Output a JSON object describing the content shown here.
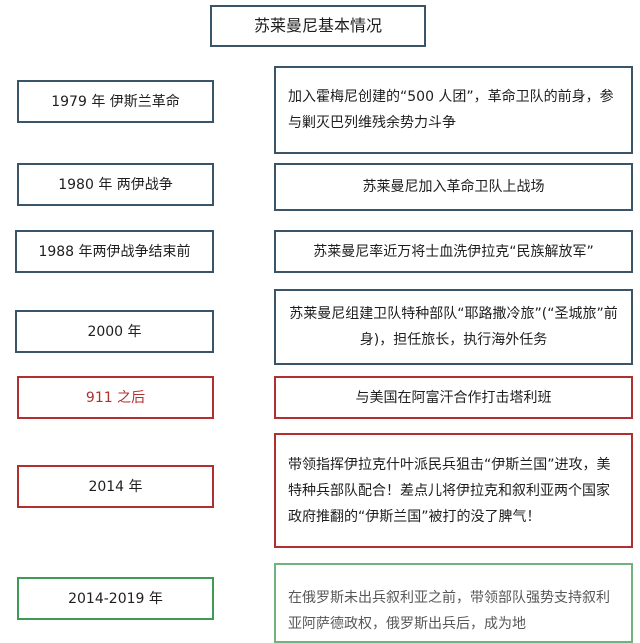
{
  "title": "苏莱曼尼基本情况",
  "colors": {
    "default_border": "#3b5568",
    "highlight_red": "#b03030",
    "highlight_green": "#3f9a55"
  },
  "rows": [
    {
      "period": "1979 年  伊斯兰革命",
      "description": "加入霍梅尼创建的“500 人团”，革命卫队的前身，参与剿灭巴列维残余势力斗争",
      "border": "default"
    },
    {
      "period": "1980 年  两伊战争",
      "description": "苏莱曼尼加入革命卫队上战场",
      "border": "default"
    },
    {
      "period": "1988 年两伊战争结束前",
      "description": "苏莱曼尼率近万将士血洗伊拉克“民族解放军”",
      "border": "default"
    },
    {
      "period": "2000 年",
      "description": "苏莱曼尼组建卫队特种部队“耶路撒冷旅”(“圣城旅”前身)，担任旅长，执行海外任务",
      "border": "default"
    },
    {
      "period": "911 之后",
      "description": "与美国在阿富汗合作打击塔利班",
      "border": "red"
    },
    {
      "period": "2014 年",
      "description": "带领指挥伊拉克什叶派民兵狙击“伊斯兰国”进攻，美特种兵部队配合！差点儿将伊拉克和叙利亚两个国家政府推翻的“伊斯兰国”被打的没了脾气！",
      "border": "red"
    },
    {
      "period": "2014-2019 年",
      "description": "在俄罗斯未出兵叙利亚之前，带领部队强势支持叙利亚阿萨德政权，俄罗斯出兵后，成为地",
      "border": "green"
    }
  ]
}
